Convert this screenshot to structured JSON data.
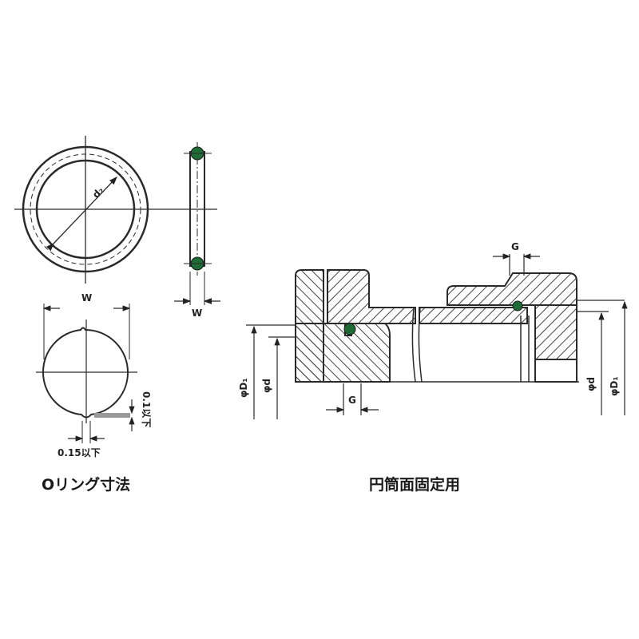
{
  "oring_section": {
    "title": "Oリング寸法",
    "labels": {
      "inner_diameter": "d₂",
      "width_side": "W",
      "width_cross_section": "W",
      "flash_width": "0.15以下",
      "flash_height": "0.1以下"
    }
  },
  "cylinder_section": {
    "title": "円筒面固定用",
    "labels": {
      "groove_left": "G",
      "groove_right": "G",
      "left_outer_dia": "φD₁",
      "left_inner_dia": "φd",
      "right_inner_dia": "φd",
      "right_outer_dia": "φD₁"
    }
  },
  "colors": {
    "line": "#2a2a2a",
    "hatch": "#444444",
    "oring": "#1f6b35"
  }
}
